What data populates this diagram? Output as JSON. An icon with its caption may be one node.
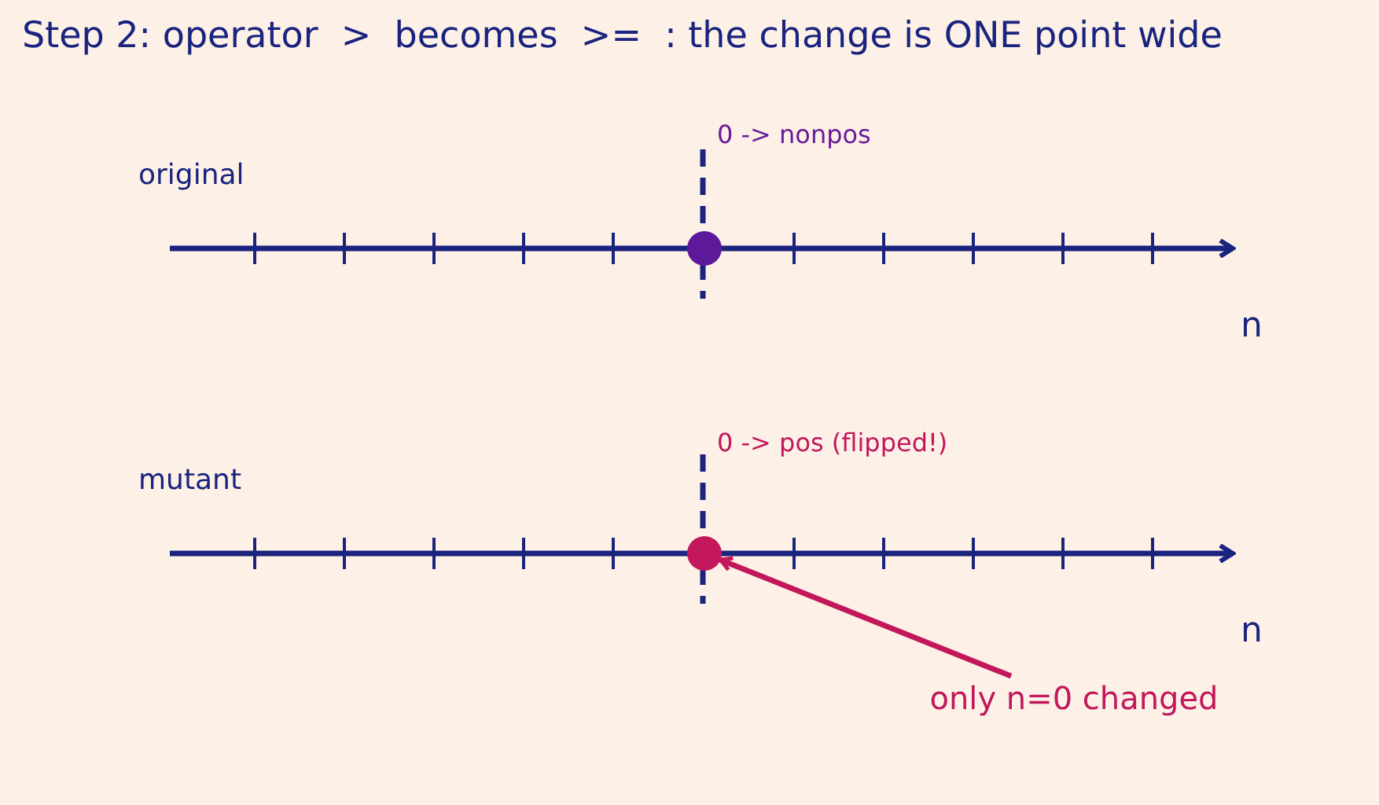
{
  "diagram": {
    "title": "Step 2: operator  >  becomes  >=  : the change is ONE point wide",
    "nodes": [
      {
        "text": [],
        "shape": "circle"
      },
      {
        "text": [
          "only n=0 changed"
        ]
      }
    ],
    "edges": [
      {
        "from": 1,
        "to": 0,
        "arrow": "to"
      }
    ],
    "labels": [
      "original",
      "0 -> nonpos",
      "n",
      "mutant",
      "0 -> pos (flipped!)",
      "n"
    ]
  }
}
